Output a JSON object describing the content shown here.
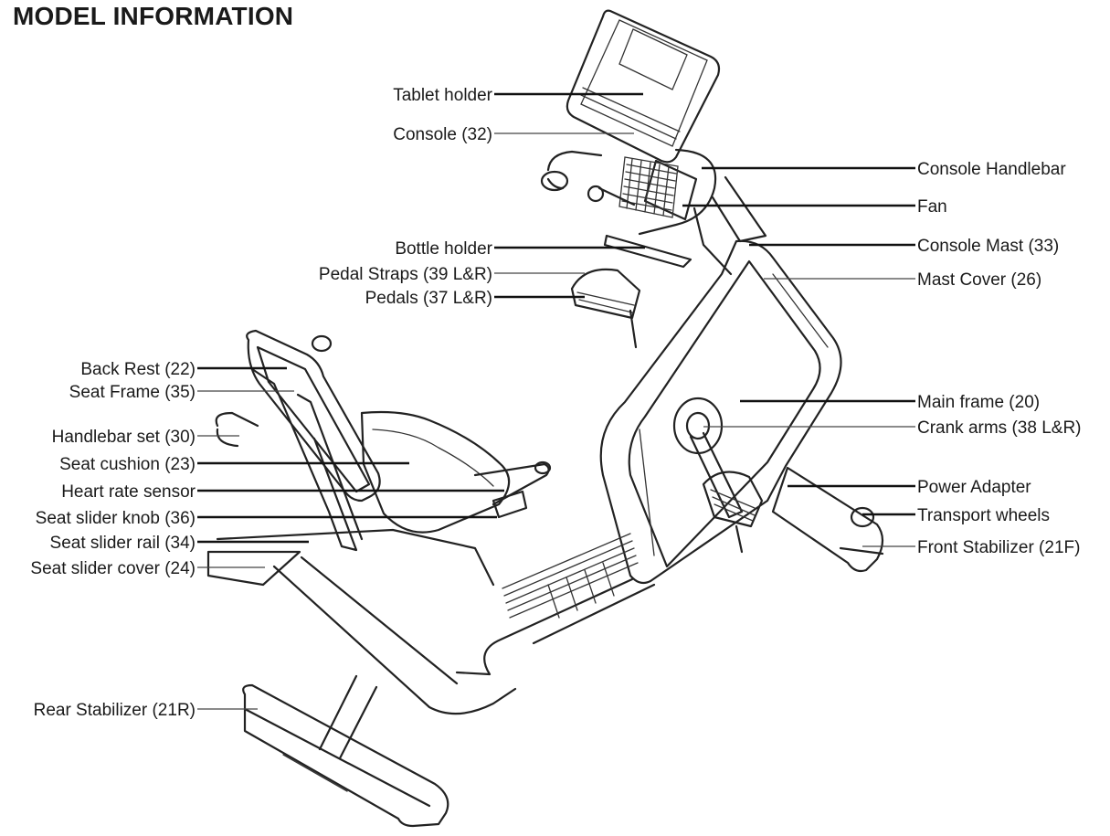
{
  "title": "MODEL INFORMATION",
  "labels": {
    "tablet_holder": "Tablet holder",
    "console": "Console (32)",
    "console_handlebar": "Console Handlebar",
    "fan": "Fan",
    "bottle_holder": "Bottle holder",
    "console_mast": "Console Mast (33)",
    "pedal_straps": "Pedal Straps (39 L&R)",
    "mast_cover": "Mast Cover (26)",
    "pedals": "Pedals (37 L&R)",
    "back_rest": "Back Rest (22)",
    "seat_frame": "Seat Frame (35)",
    "main_frame": "Main frame (20)",
    "handlebar_set": "Handlebar set (30)",
    "crank_arms": "Crank arms (38 L&R)",
    "seat_cushion": "Seat cushion (23)",
    "heart_rate_sensor": "Heart rate sensor",
    "power_adapter": "Power Adapter",
    "seat_slider_knob": "Seat slider knob (36)",
    "transport_wheels": "Transport wheels",
    "seat_slider_rail": "Seat slider rail (34)",
    "front_stabilizer": "Front Stabilizer (21F)",
    "seat_slider_cover": "Seat slider cover (24)",
    "rear_stabilizer": "Rear Stabilizer (21R)"
  }
}
